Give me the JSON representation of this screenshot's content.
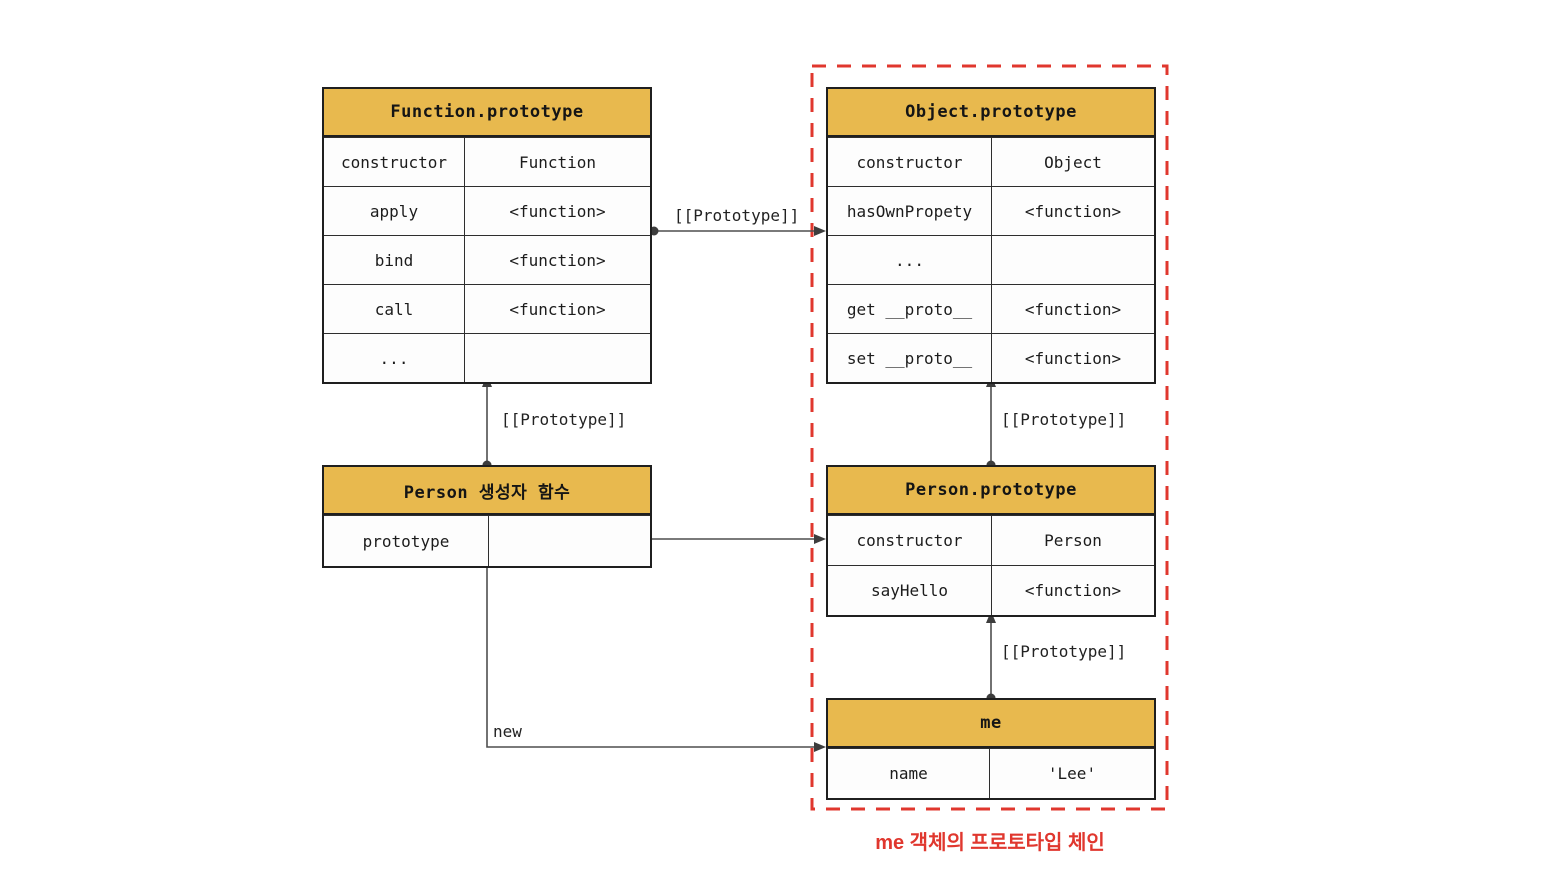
{
  "diagram": {
    "caption": "me 객체의 프로토타입 체인",
    "edge_labels": {
      "func_to_object": "[[Prototype]]",
      "person_ctor_to_func": "[[Prototype]]",
      "person_proto_to_object": "[[Prototype]]",
      "me_to_person_proto": "[[Prototype]]",
      "new_edge": "new"
    },
    "colors": {
      "table_header": "#E8B94E",
      "chain_highlight": "#E0372E",
      "line": "#4f4f4f",
      "border": "#1f1f1f"
    },
    "tables": {
      "function_prototype": {
        "title": "Function.prototype",
        "rows": [
          {
            "key": "constructor",
            "value": "Function"
          },
          {
            "key": "apply",
            "value": "<function>"
          },
          {
            "key": "bind",
            "value": "<function>"
          },
          {
            "key": "call",
            "value": "<function>"
          },
          {
            "key": "...",
            "value": ""
          }
        ]
      },
      "object_prototype": {
        "title": "Object.prototype",
        "rows": [
          {
            "key": "constructor",
            "value": "Object"
          },
          {
            "key": "hasOwnPropety",
            "value": "<function>"
          },
          {
            "key": "...",
            "value": ""
          },
          {
            "key": "get __proto__",
            "value": "<function>"
          },
          {
            "key": "set __proto__",
            "value": "<function>"
          }
        ]
      },
      "person_constructor": {
        "title": "Person 생성자 함수",
        "rows": [
          {
            "key": "prototype",
            "value": ""
          }
        ]
      },
      "person_prototype": {
        "title": "Person.prototype",
        "rows": [
          {
            "key": "constructor",
            "value": "Person"
          },
          {
            "key": "sayHello",
            "value": "<function>"
          }
        ]
      },
      "me": {
        "title": "me",
        "rows": [
          {
            "key": "name",
            "value": "'Lee'"
          }
        ]
      }
    }
  }
}
